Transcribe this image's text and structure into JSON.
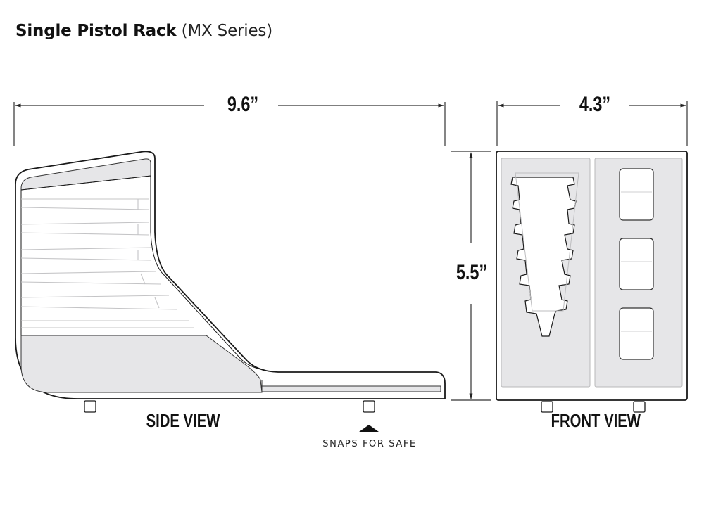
{
  "header": {
    "title_bold": "Single Pistol Rack",
    "title_light": "(MX Series)"
  },
  "dimensions": {
    "side_length": "9.6”",
    "front_width": "4.3”",
    "height": "5.5”"
  },
  "views": {
    "side_view_label": "SIDE VIEW",
    "front_view_label": "FRONT VIEW"
  },
  "annotations": {
    "snaps_note": "SNAPS FOR SAFE",
    "snaps_arrow_icon": "triangle-up-icon"
  },
  "colors": {
    "outline": "#1a1a1a",
    "panel_fill": "#e6e6e8",
    "guide_line": "#c8c8c8",
    "background": "#ffffff"
  }
}
